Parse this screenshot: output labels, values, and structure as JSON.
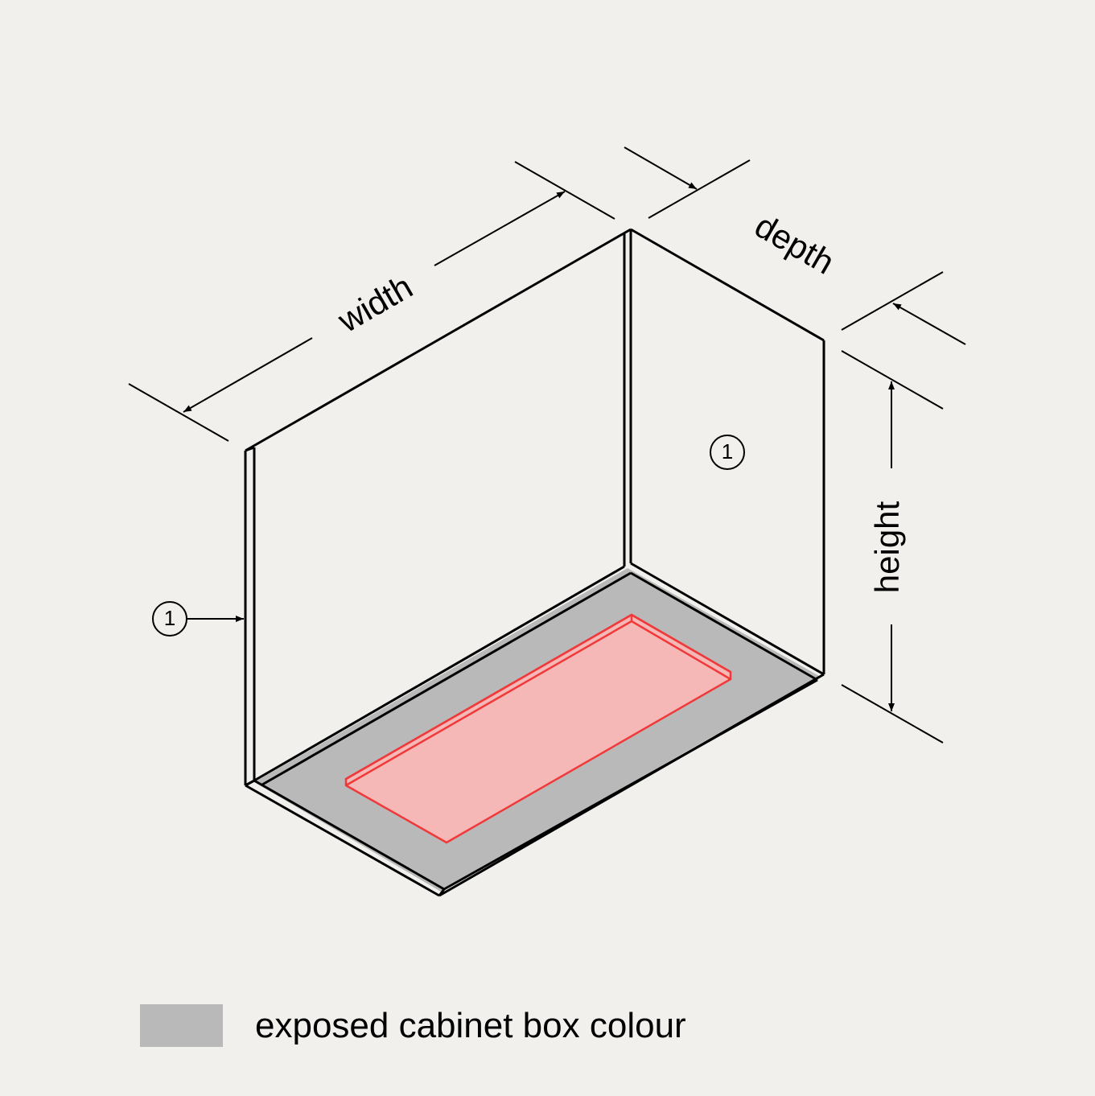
{
  "dimensions": {
    "width_label": "width",
    "depth_label": "depth",
    "height_label": "height"
  },
  "callouts": [
    {
      "label": "1"
    },
    {
      "label": "1"
    }
  ],
  "legend": {
    "label": "exposed cabinet box colour",
    "color": "#b9b9b9"
  },
  "colors": {
    "background": "#f1f0ec",
    "panel_fill": "#b9b9b9",
    "highlight_fill": "#f5b8b6",
    "highlight_stroke": "#f0393a"
  }
}
